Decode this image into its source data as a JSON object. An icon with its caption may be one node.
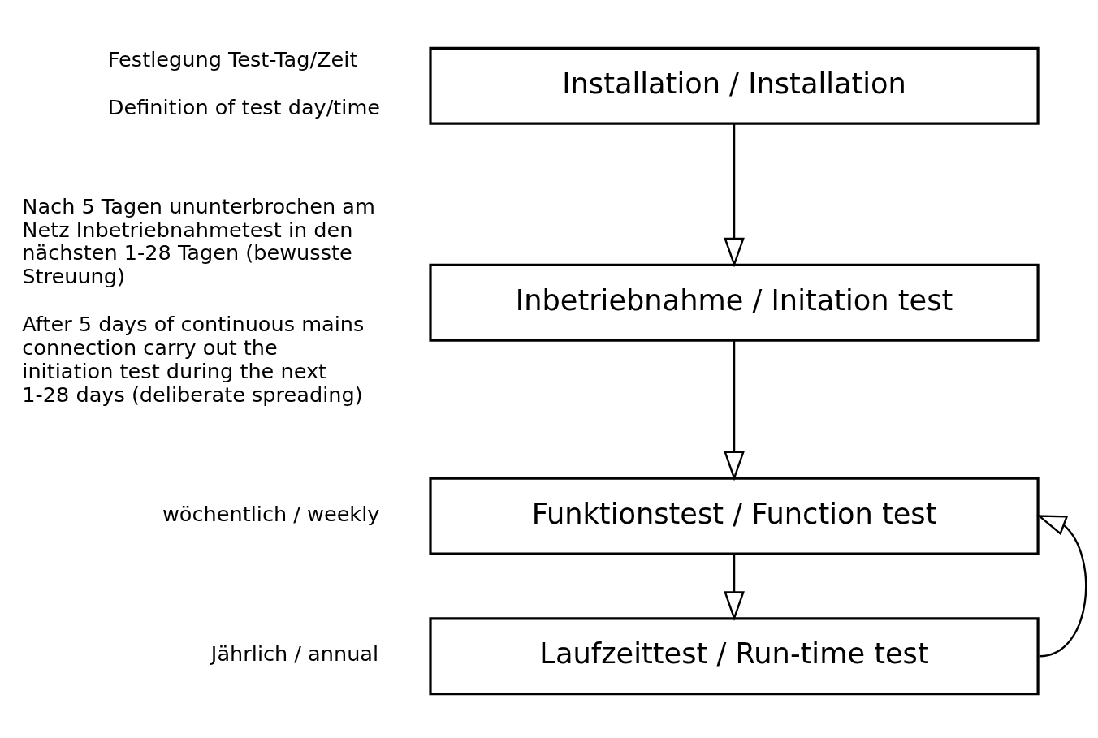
{
  "diagram": {
    "nodes": [
      {
        "text": [
          "Installation / Installation"
        ],
        "beside": [
          "Festlegung Test-Tag/Zeit",
          "Definition of test day/time"
        ]
      },
      {
        "text": [
          "Inbetriebnahme / Initation test"
        ],
        "beside": [
          "Nach 5 Tagen ununterbrochen am Netz Inbetriebnahmetest in den nächsten 1-28 Tagen (bewusste Streuung)",
          "After 5 days of continuous mains connection carry out the initiation test during the next 1-28 days (deliberate spreading)"
        ]
      },
      {
        "text": [
          "Funktionstest / Function test"
        ],
        "beside": [
          "wöchentlich / weekly"
        ]
      },
      {
        "text": [
          "Laufzeittest / Run-time test"
        ],
        "beside": [
          "Jährlich / annual"
        ]
      }
    ],
    "edges": [
      {
        "from": 0,
        "to": 1,
        "arrow": "to"
      },
      {
        "from": 1,
        "to": 2,
        "arrow": "to"
      },
      {
        "from": 2,
        "to": 3,
        "arrow": "to"
      },
      {
        "from": 3,
        "to": 2,
        "arrow": "to"
      }
    ]
  }
}
